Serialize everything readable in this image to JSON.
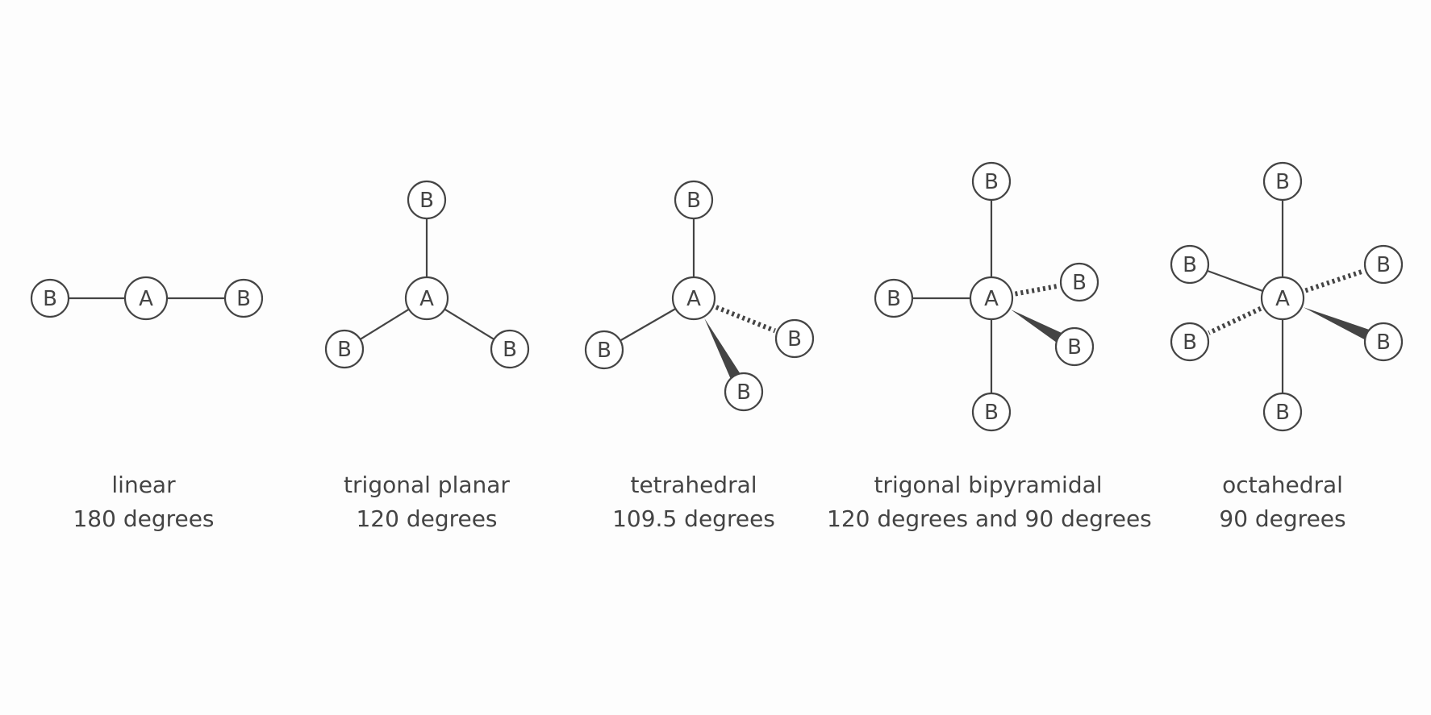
{
  "atom_labels": {
    "central": "A",
    "outer": "B"
  },
  "geometries": [
    {
      "id": "linear",
      "name": "linear",
      "angle": "180 degrees"
    },
    {
      "id": "trigonal-planar",
      "name": "trigonal planar",
      "angle": "120 degrees"
    },
    {
      "id": "tetrahedral",
      "name": "tetrahedral",
      "angle": "109.5 degrees"
    },
    {
      "id": "trigonal-bipyramidal",
      "name": "trigonal bipyramidal",
      "angle": "120 degrees and 90 degrees"
    },
    {
      "id": "octahedral",
      "name": "octahedral",
      "angle": "90 degrees"
    }
  ],
  "colors": {
    "line": "#444444",
    "background": "#fdfdfd"
  }
}
